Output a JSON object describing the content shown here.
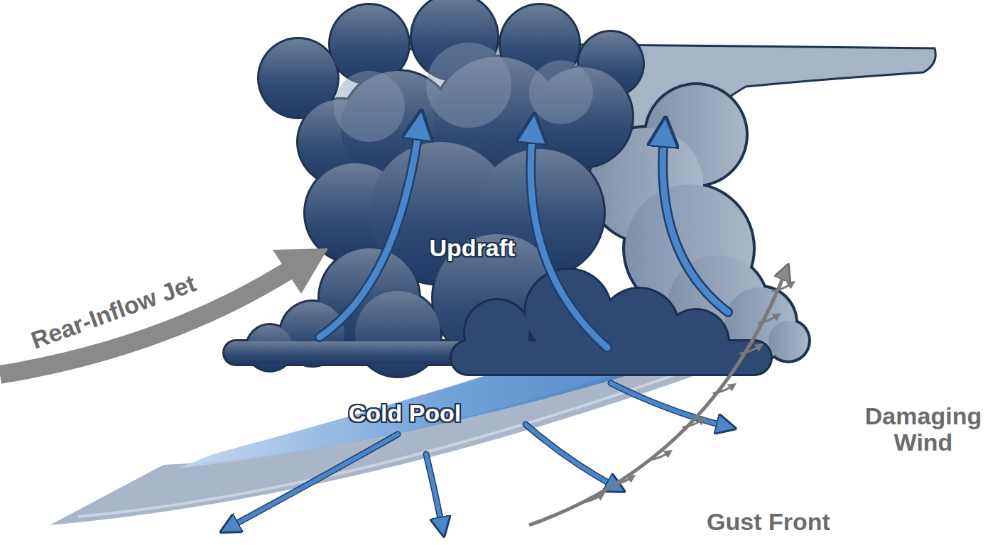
{
  "diagram": {
    "labels": [
      "Rear-Inflow Jet",
      "Updraft",
      "Cold Pool",
      "Damaging Wind",
      "Gust Front"
    ]
  }
}
